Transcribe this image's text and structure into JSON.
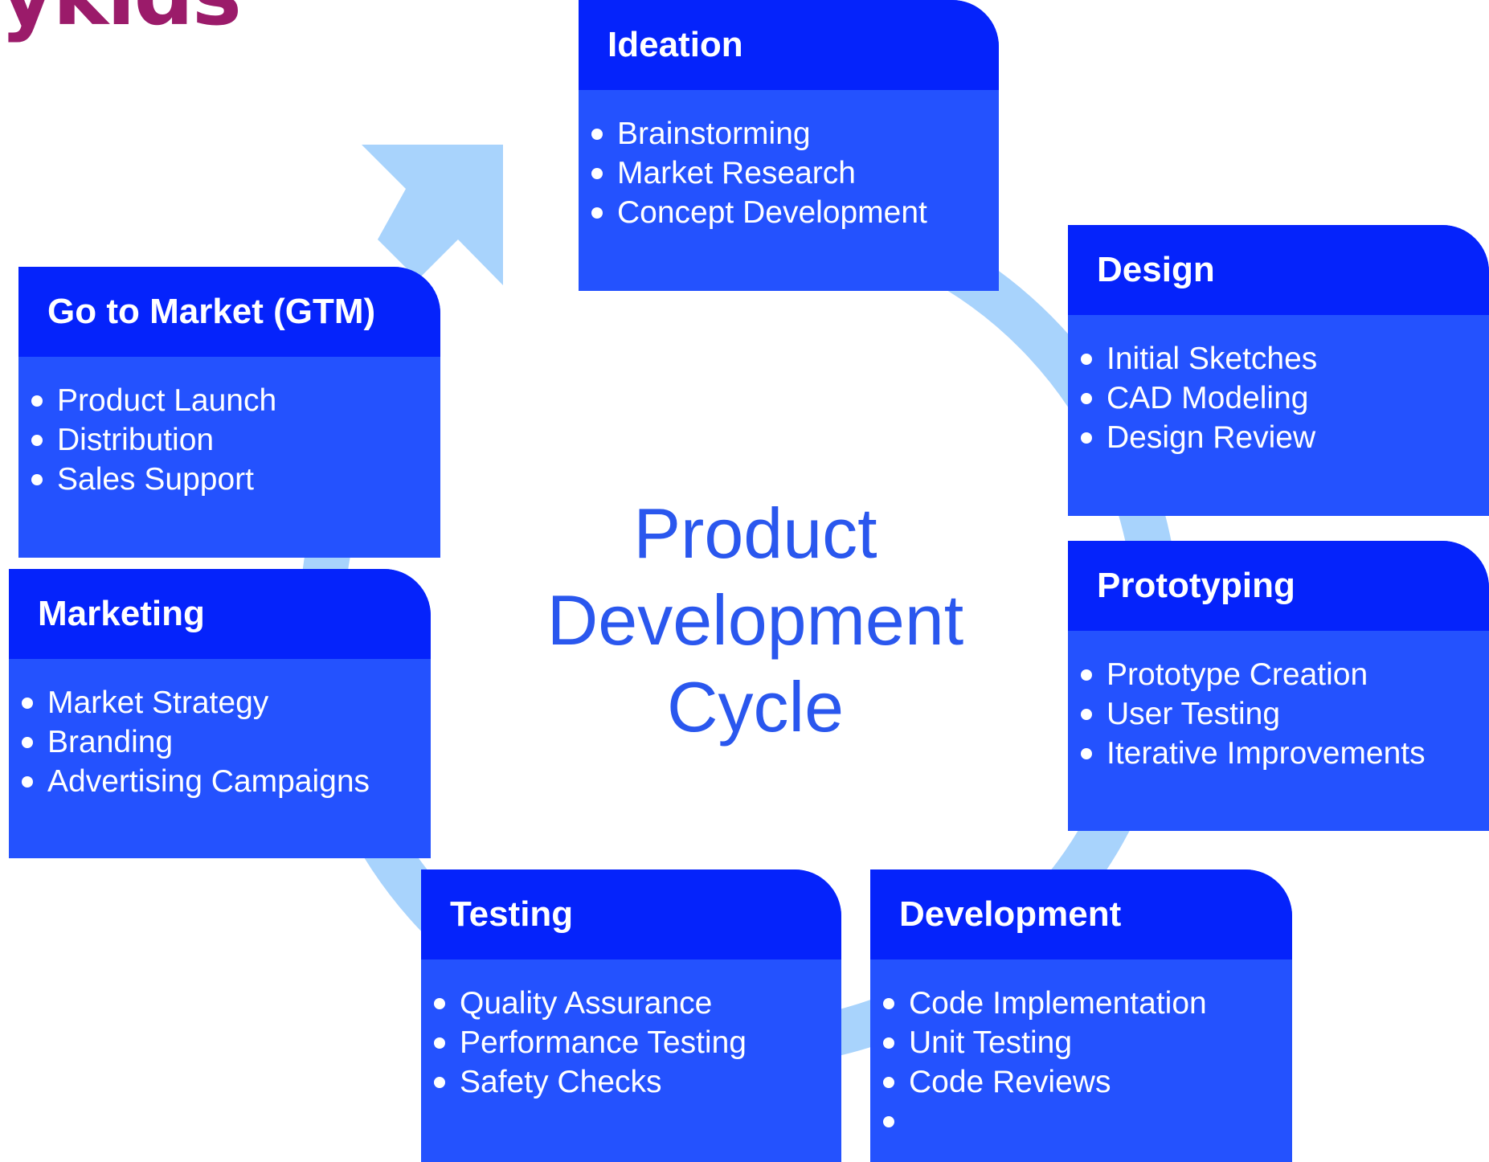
{
  "brand": {
    "text": "ykids"
  },
  "title": {
    "line1": "Product",
    "line2": "Development",
    "line3": "Cycle"
  },
  "colors": {
    "header": "#0523fb",
    "body": "#2452fe",
    "ring": "#a8d3fc",
    "title": "#2a57ee",
    "brand": "#9b1b6a"
  },
  "stages": {
    "ideation": {
      "title": "Ideation",
      "items": [
        "Brainstorming",
        "Market Research",
        "Concept Development"
      ]
    },
    "design": {
      "title": "Design",
      "items": [
        "Initial Sketches",
        "CAD Modeling",
        "Design Review"
      ]
    },
    "prototyping": {
      "title": "Prototyping",
      "items": [
        "Prototype Creation",
        "User Testing",
        "Iterative Improvements"
      ]
    },
    "development": {
      "title": "Development",
      "items": [
        "Code Implementation",
        "Unit Testing",
        "Code Reviews",
        ""
      ]
    },
    "testing": {
      "title": "Testing",
      "items": [
        "Quality Assurance",
        "Performance Testing",
        "Safety Checks"
      ]
    },
    "marketing": {
      "title": "Marketing",
      "items": [
        "Market Strategy",
        "Branding",
        "Advertising Campaigns"
      ]
    },
    "gtm": {
      "title": "Go to Market (GTM)",
      "items": [
        "Product Launch",
        "Distribution",
        "Sales Support"
      ]
    }
  }
}
